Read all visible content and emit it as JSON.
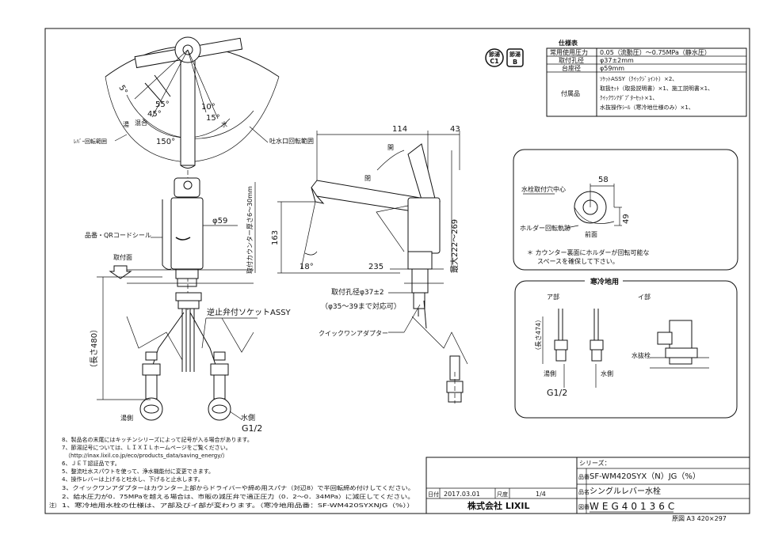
{
  "spec_table": {
    "title": "仕様表",
    "rows": [
      {
        "label": "常用使用圧力",
        "value": "0.05（流動圧）～0.75MPa（静水圧）"
      },
      {
        "label": "取付孔径",
        "value": "φ37±2mm"
      },
      {
        "label": "台座径",
        "value": "φ59mm"
      }
    ],
    "accessories_label": "付属品",
    "accessories": [
      "ｿｹｯﾄASSY（ｸｲｯｸｼﾞｮｲﾝﾄ）×2、",
      "取扱ｾｯﾄ（取扱説明書）×1、施工説明書×1、",
      "ｸｲｯｸﾜﾝｱﾀﾞﾌﾟﾀｰｾｯﾄ×1、",
      "水抜操作ｼｰﾙ（寒冷地仕様のみ）×1、"
    ]
  },
  "badges": {
    "c1_top": "節湯",
    "c1_bottom": "C1",
    "b_top": "節湯",
    "b_bottom": "B"
  },
  "top_view": {
    "lever_range": "ﾚﾊﾞｰ回転範囲",
    "spout_range": "吐水口回転範囲",
    "angle_5": "5°",
    "angle_55": "55°",
    "angle_45": "45°",
    "angle_10": "10°",
    "angle_15": "15°",
    "angle_150": "150°",
    "hot": "湯",
    "mix": "混合",
    "cold": "水"
  },
  "front_view": {
    "dia59": "φ59",
    "model_seal": "品番・QRコードシール",
    "mount_surface": "取付面",
    "counter_thickness": "取付カウンター厚さ6～30mm",
    "valve_socket": "逆止弁付ソケットASSY",
    "length480": "（長さ480）",
    "hot_side": "湯側",
    "cold_side": "水側",
    "g12": "G1/2"
  },
  "side_view": {
    "d114": "114",
    "d43": "43",
    "open": "開",
    "close": "閉",
    "d163": "163",
    "d18": "18°",
    "d235": "235",
    "d222_269": "最大222～269",
    "hole_dia": "取付孔径φ37±2",
    "hole_range": "（φ35～39まで対応可）",
    "adapter": "クイックワンアダプター"
  },
  "holder_detail": {
    "d58": "58",
    "d49": "49",
    "center": "水栓取付穴中心",
    "rotation": "ホルダー回転軌跡",
    "front": "前面",
    "note_line1": "＊ カウンター裏面にホルダーが回転可能な",
    "note_line2": "スペースを確保して下さい。"
  },
  "cold_region": {
    "title": "寒冷地用",
    "part_a": "ア部",
    "part_i": "イ部",
    "length474": "（長さ474）",
    "hot_side": "湯側",
    "cold_side": "水側",
    "g12": "G1/2",
    "drain_plug": "水抜栓"
  },
  "notes": {
    "prefix": "注）",
    "lines": [
      "8、製品名の末尾にはキッチンシリーズによって記号が入る場合があります。",
      "7、節湯記号については、ＬＩＸＩＬホームページをご覧ください。",
      "（http://inax.lixil.co.jp/eco/products_data/saving_energy/）",
      "6、ＪＥＴ認証品です。",
      "5、整流吐水スパウトを使って、浄水機能付に変更できます。",
      "4、操作レバーは上げると吐水し、下げると止水します。",
      "3、クイックワンアダプターはカウンター上部からドライバーや締め用スパナ（対辺8）で半回転締め付けしてください。",
      "2、給水圧力が0．75MPaを越える場合は、市販の減圧弁で適正圧力（0．2～0．34MPa）に減圧してください。",
      "1、寒冷地用水栓の仕様は、ア部及びイ部が変わります。（寒冷地用品番：SF-WM420SYXNJG（%））"
    ]
  },
  "title_block": {
    "date_label": "日付",
    "date": "2017.03.01",
    "scale_label": "尺度",
    "scale": "1/4",
    "company": "株式会社 LIXIL",
    "series_label": "シリーズ：",
    "model_label": "品番",
    "model": "SF-WM420SYX（N）JG（%）",
    "name_label": "品名",
    "name": "シングルレバー水栓",
    "drawing_label": "図番",
    "drawing_no": "WEG40136C"
  },
  "paper_size": "原図 A3 420×297"
}
